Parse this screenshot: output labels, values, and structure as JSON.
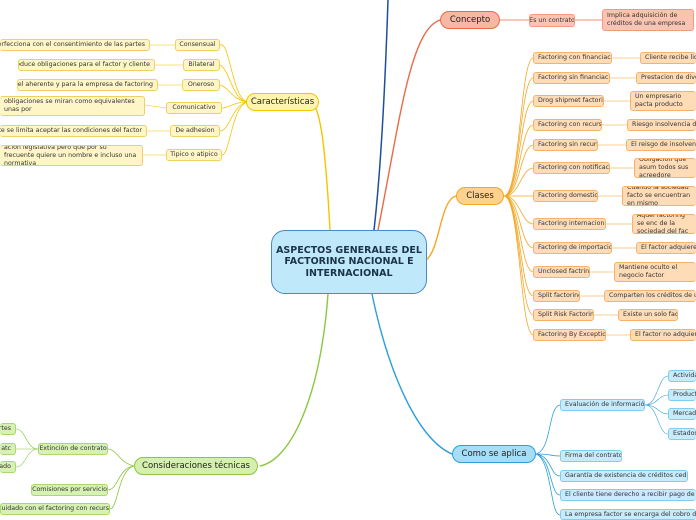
{
  "center": {
    "title": "ASPECTOS GENERALES DEL FACTORING NACIONAL E INTERNACIONAL"
  },
  "concepto": {
    "label": "Concepto",
    "child": "Es un contrato",
    "detail": "Implica adquisición de créditos de una empresa"
  },
  "caracteristicas": {
    "label": "Características",
    "items": [
      {
        "label": "Consensual",
        "detail": "do se perfecciona con el consentimiento de las partes"
      },
      {
        "label": "Bilateral",
        "detail": "Se produce obligaciones para el factor y cliente"
      },
      {
        "label": "Oneroso",
        "detail": "Para el aherente y para la empresa de factoring"
      },
      {
        "label": "Comunicativo",
        "detail": "obligaciones se miran como equivalentes unas por"
      },
      {
        "label": "De adhesion",
        "detail": "el cliente se limita aceptar las condiciones del factor"
      },
      {
        "label": "Tipico o atipico",
        "detail": "ación legislativa pero que por su frecuente quiere un nombre e incluso una normativa"
      }
    ]
  },
  "clases": {
    "label": "Clases",
    "items": [
      {
        "label": "Factoring con financiación",
        "detail": "Cliente recibe liqui"
      },
      {
        "label": "Factoring sin financiación",
        "detail": "Prestacion de diver"
      },
      {
        "label": "Drog shipmet factoring",
        "detail": "Un empresario pacta producto"
      },
      {
        "label": "Factoring con recurso",
        "detail": "Riesgo insolvencia del c"
      },
      {
        "label": "Factoring sin recurso",
        "detail": "El reisgo de insolvencia"
      },
      {
        "label": "Factoring con notificación",
        "detail": "Obligacion que asum todos sus acreedore"
      },
      {
        "label": "Factoring domestico",
        "detail": "Cuando la sociedad facto se encuentran en mismo"
      },
      {
        "label": "Factoring internacional",
        "detail": "Aquel factoring se enc de la sociedad del fac"
      },
      {
        "label": "Factoring de importacion",
        "detail": "El factor adquiere fa"
      },
      {
        "label": "Unclosed factring",
        "detail": "Mantiene oculto el negocio factor"
      },
      {
        "label": "Split factoring",
        "detail": "Comparten los créditos de un m"
      },
      {
        "label": "Split Risk Factoring",
        "detail": "Existe un solo factor"
      },
      {
        "label": "Factoring By Exception",
        "detail": "El factor no adquiere l"
      }
    ]
  },
  "como_se_aplica": {
    "label": "Como se aplica",
    "evaluacion": {
      "label": "Evaluación de información",
      "children": [
        "Activida",
        "Producto",
        "Mercado",
        "Estados"
      ]
    },
    "items": [
      "Firma del contrato",
      "Garantía de existencia de créditos cedidos",
      "El cliente tiene derecho a recibir pago de crédit",
      "La empresa factor se encarga del cobro de crédito"
    ]
  },
  "consideraciones": {
    "label": "Consideraciones técnicas",
    "extincion": {
      "label": "Extinción de contrato",
      "children": [
        "rtes",
        "atc",
        "ado"
      ]
    },
    "items": [
      "Comisiones por servicio",
      "Cuidado con el factoring con recurso"
    ]
  }
}
